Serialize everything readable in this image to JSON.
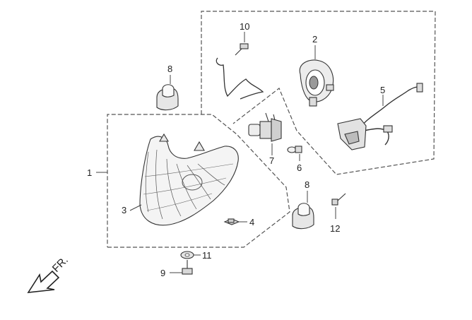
{
  "callouts": {
    "c1": "1",
    "c2": "2",
    "c3": "3",
    "c4": "4",
    "c5": "5",
    "c6": "6",
    "c7": "7",
    "c8a": "8",
    "c8b": "8",
    "c9": "9",
    "c10": "10",
    "c11": "11",
    "c12": "12"
  },
  "front_label": "FR."
}
